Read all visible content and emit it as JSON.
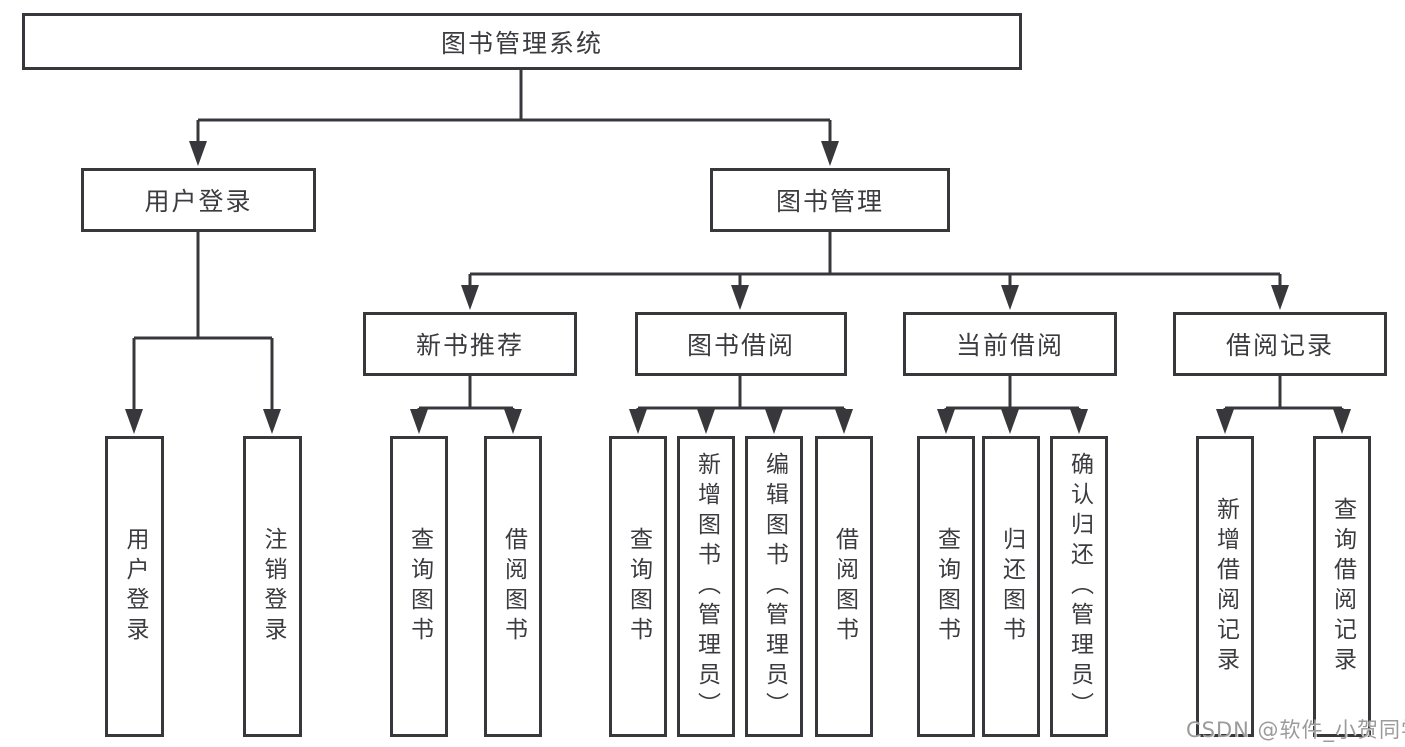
{
  "diagram": {
    "root": {
      "label": "图书管理系统"
    },
    "level2": [
      {
        "label": "用户登录"
      },
      {
        "label": "图书管理"
      }
    ],
    "level3": [
      {
        "label": "新书推荐"
      },
      {
        "label": "图书借阅"
      },
      {
        "label": "当前借阅"
      },
      {
        "label": "借阅记录"
      }
    ],
    "level4": [
      {
        "label": "用户登录"
      },
      {
        "label": "注销登录"
      },
      {
        "label": "查询图书"
      },
      {
        "label": "借阅图书"
      },
      {
        "label": "查询图书"
      },
      {
        "label": "新增图书（管理员）"
      },
      {
        "label": "编辑图书（管理员）"
      },
      {
        "label": "借阅图书"
      },
      {
        "label": "查询图书"
      },
      {
        "label": "归还图书"
      },
      {
        "label": "确认归还（管理员）"
      },
      {
        "label": "新增借阅记录"
      },
      {
        "label": "查询借阅记录"
      }
    ],
    "colors": {
      "line": "#38383c",
      "text": "#3c3c40",
      "background": "#ffffff",
      "watermark": "#9b9b9b"
    }
  },
  "watermark": {
    "text": "CSDN @软件_小贺同学"
  }
}
